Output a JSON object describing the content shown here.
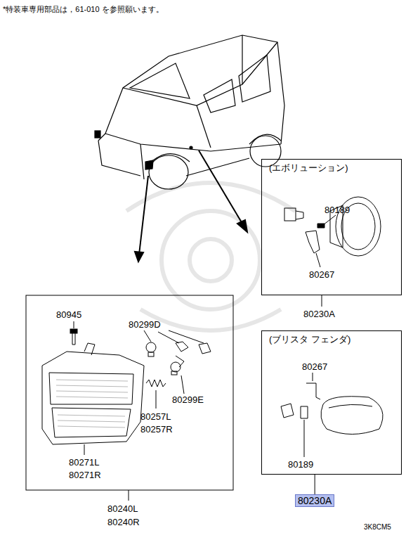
{
  "diagram": {
    "nodes": [
      {
        "text": [
          "(エボリューション)"
        ]
      },
      {
        "text": [
          "(ブリスタ フェンダ)"
        ]
      },
      {
        "text": [
          "80230A"
        ]
      }
    ],
    "edges": [
      {
        "from": 1,
        "to": 2,
        "arrow": "none"
      }
    ],
    "labels": [
      "*特装車専用部品は，61-010 を参照願います。",
      "80189",
      "80267",
      "80230A",
      "80945",
      "80299D",
      "80299E",
      "80257L",
      "80257R",
      "80271L",
      "80271R",
      "80240L",
      "80240R",
      "80267",
      "80189",
      "3K8CM5"
    ]
  }
}
